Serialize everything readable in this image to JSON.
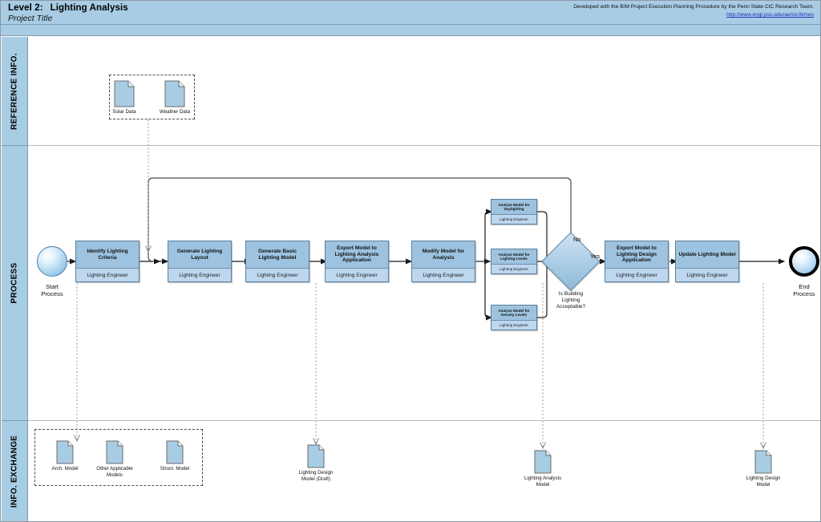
{
  "header": {
    "level": "Level 2:",
    "title": "Lighting Analysis",
    "subtitle": "Project Title",
    "credit": "Developed with the BIM Project Execution Planning Procedure by the Penn State CIC Research Team.",
    "link": "http://www.engr.psu.edu/ae/cic/bimex",
    "band_color": "#a8cce4"
  },
  "lanes": [
    {
      "id": "reference-info",
      "label": "REFERENCE INFO."
    },
    {
      "id": "process",
      "label": "PROCESS"
    },
    {
      "id": "info-exchange",
      "label": "INFO. EXCHANGE"
    }
  ],
  "events": {
    "start": {
      "label": "Start\nProcess",
      "line1": "Start",
      "line2": "Process"
    },
    "end": {
      "label": "End\nProcess",
      "line1": "End",
      "line2": "Process"
    }
  },
  "role": "Lighting Engineer",
  "tasks": [
    {
      "id": "identify-lighting-criteria",
      "title": "Identify Lighting Criteria",
      "role": "Lighting Engineer"
    },
    {
      "id": "generate-lighting-layout",
      "title": "Generate Lighting Layout",
      "role": "Lighting Engineer"
    },
    {
      "id": "generate-basic-lighting-model",
      "title": "Generate Basic Lighting Model",
      "role": "Lighting Engineer"
    },
    {
      "id": "export-model-to-lighting-analysis-application",
      "title": "Export Model to Lighting Analysis Application",
      "role": "Lighting Engineer"
    },
    {
      "id": "modify-model-for-analysis",
      "title": "Modify Model for Analysis",
      "role": "Lighting Engineer"
    },
    {
      "id": "export-model-to-lighting-design-application",
      "title": "Export Model to Lighting Design Application",
      "role": "Lighting Engineer"
    },
    {
      "id": "update-lighting-model",
      "title": "Update Lighting Model",
      "role": "Lighting Engineer"
    }
  ],
  "subtasks": [
    {
      "id": "analyze-model-for-daylighting",
      "title": "Analyze Model for Daylighting",
      "role": "Lighting Engineer"
    },
    {
      "id": "analyze-model-for-lighting-levels",
      "title": "Analyze Model for Lighting Levels",
      "role": "Lighting Engineer"
    },
    {
      "id": "analyze-model-for-density-levels",
      "title": "Analyze Model for Density Levels",
      "role": "Lighting Engineer"
    }
  ],
  "gateway": {
    "id": "is-building-lighting-acceptable",
    "question": "Is Building Lighting Acceptable?",
    "q_line1": "Is Building",
    "q_line2": "Lighting",
    "q_line3": "Acceptable?",
    "yes_label": "Yes",
    "no_label": "No"
  },
  "reference_documents": [
    {
      "id": "solar-data",
      "label": "Solar Data"
    },
    {
      "id": "weather-data",
      "label": "Weather Data"
    }
  ],
  "info_exchange_documents": [
    {
      "id": "arch-model",
      "label": "Arch. Model",
      "line1": "Arch. Model",
      "line2": ""
    },
    {
      "id": "other-applicable-models",
      "label": "Other Applicable Models",
      "line1": "Other Applicable",
      "line2": "Models"
    },
    {
      "id": "struct-model",
      "label": "Struct. Model",
      "line1": "Struct. Model",
      "line2": ""
    },
    {
      "id": "lighting-design-model-draft",
      "label": "Lighting Design Model (Draft)",
      "line1": "Lighting Design",
      "line2": "Model (Draft)"
    },
    {
      "id": "lighting-analysis-model",
      "label": "Lighting Analysis Model",
      "line1": "Lighting Analysis",
      "line2": "Model"
    },
    {
      "id": "lighting-design-model",
      "label": "Lighting Design Model",
      "line1": "Lighting Design",
      "line2": "Model"
    }
  ],
  "colors": {
    "lane_header": "#a8cce4",
    "task_header": "#9dc3e0",
    "task_body": "#bdd7ee",
    "task_border": "#5d7f99",
    "document_fill": "#a8cce4",
    "link": "#1a2fc0"
  }
}
